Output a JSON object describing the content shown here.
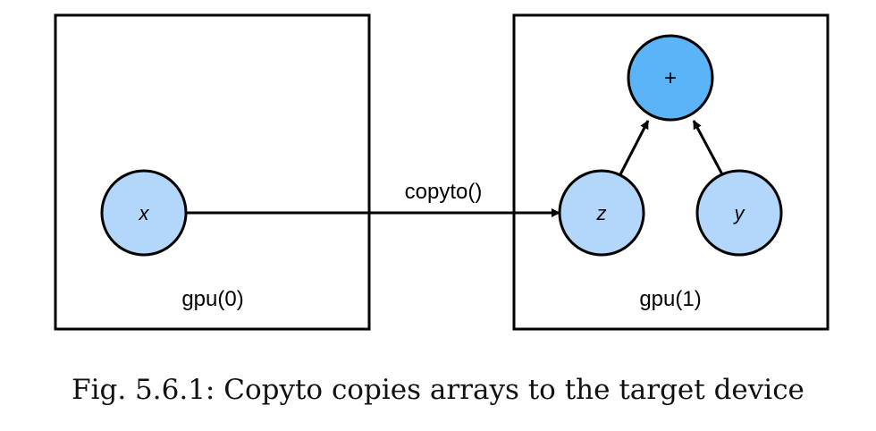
{
  "diagram": {
    "boxes": {
      "left": {
        "label": "gpu(0)"
      },
      "right": {
        "label": "gpu(1)"
      }
    },
    "nodes": {
      "x": {
        "label": "x"
      },
      "z": {
        "label": "z"
      },
      "y": {
        "label": "y"
      },
      "plus": {
        "label": "+"
      }
    },
    "edges": {
      "copyto": {
        "label": "copyto()"
      }
    },
    "colors": {
      "node_fill": "#b3d6fb",
      "op_fill": "#5bb4f7",
      "stroke": "#000000"
    }
  },
  "caption": "Fig. 5.6.1: Copyto copies arrays to the target device"
}
